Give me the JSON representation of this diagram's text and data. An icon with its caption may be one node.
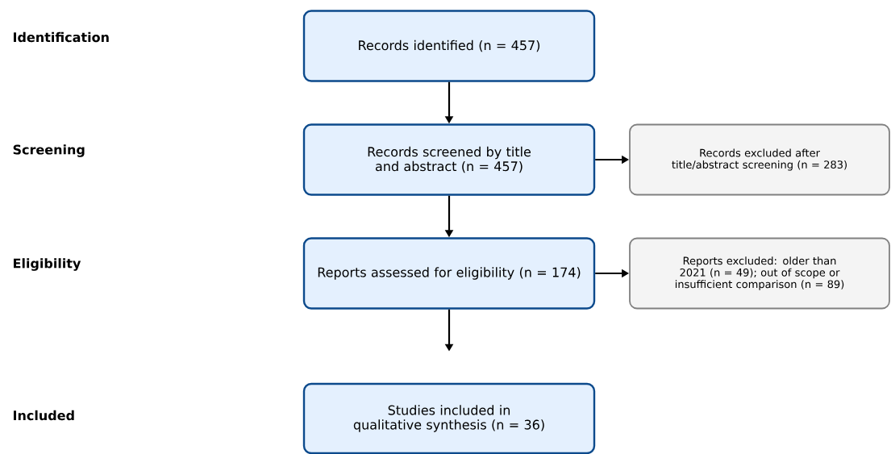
{
  "diagram": {
    "nodes": [
      {
        "text": [
          "Records identified (n = 457)"
        ]
      },
      {
        "text": [
          "Records screened by title and abstract (n = 457)"
        ]
      },
      {
        "text": [
          "Records excluded after title/abstract screening (n = 283)"
        ]
      },
      {
        "text": [
          "Reports assessed for eligibility (n = 174)"
        ]
      },
      {
        "text": [
          "Reports excluded: older than 2021 (n = 49); out of scope or insufficient comparison (n = 89)"
        ]
      },
      {
        "text": [
          "Studies included in qualitative synthesis (n = 36)"
        ]
      }
    ],
    "edges": [
      {
        "from": 0,
        "to": 1,
        "arrow": "to"
      },
      {
        "from": 1,
        "to": 2,
        "arrow": "to"
      },
      {
        "from": 1,
        "to": 3,
        "arrow": "to"
      },
      {
        "from": 3,
        "to": 4,
        "arrow": "to"
      },
      {
        "from": 3,
        "to": null,
        "arrow": "to"
      }
    ],
    "labels": [
      "Identification",
      "Screening",
      "Eligibility",
      "Included"
    ]
  }
}
